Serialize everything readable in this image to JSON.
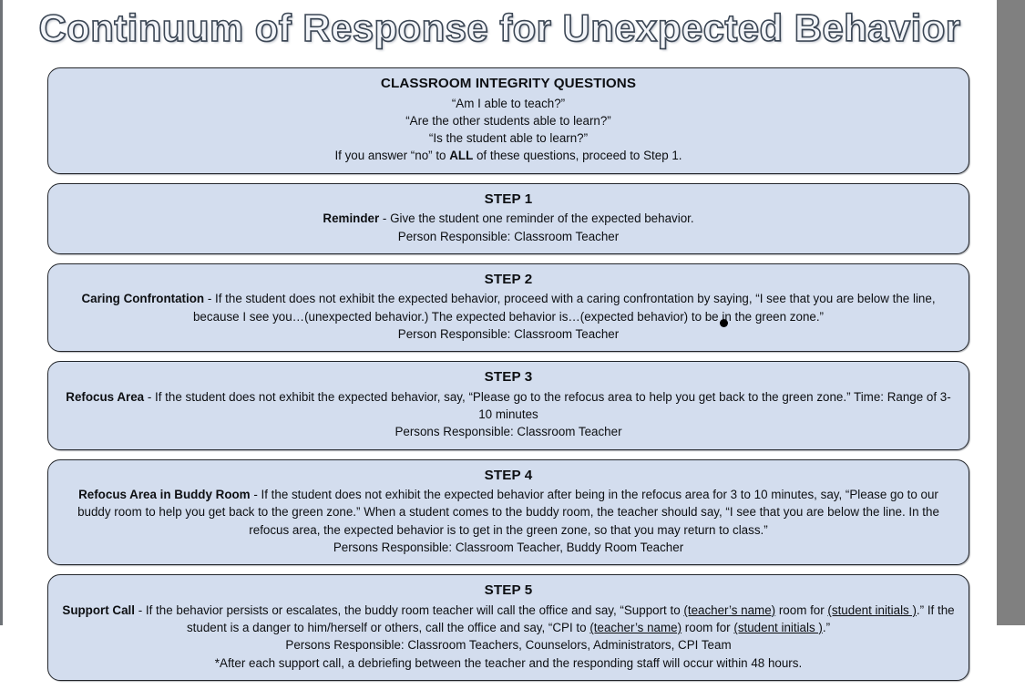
{
  "document": {
    "title": "Continuum of Response for Unexpected Behavior",
    "accent_fill": "#d3ddee",
    "accent_border": "#23262b",
    "chrome_gray": "#808080"
  },
  "boxes": [
    {
      "name": "classroom-integrity-questions",
      "heading": "CLASSROOM INTEGRITY QUESTIONS",
      "lines": [
        "“Am I able to teach?”",
        "“Are the other students able to learn?”",
        "“Is the student able to learn?”"
      ],
      "final_line_pre": "If you answer “no” to ",
      "final_line_bold": "ALL",
      "final_line_post": " of these questions, proceed to Step 1."
    },
    {
      "name": "step-1",
      "heading": "STEP 1",
      "label": "Reminder",
      "body": " - Give the student one reminder of the expected behavior.",
      "responsible": "Person Responsible:  Classroom Teacher"
    },
    {
      "name": "step-2",
      "heading": "STEP 2",
      "label": "Caring Confrontation",
      "body": " - If the student does not exhibit the expected behavior, proceed with a caring confrontation by saying, “I see that you are below the line, because I see you…(unexpected behavior.)  The expected behavior is…(expected behavior) to be in the green zone.”",
      "responsible": "Person Responsible:  Classroom Teacher"
    },
    {
      "name": "step-3",
      "heading": "STEP 3",
      "label": "Refocus Area",
      "body": " - If the student does not exhibit the expected behavior, say, “Please go to the refocus area to help you get back to the green zone.”  Time:  Range of 3-10 minutes",
      "responsible": "Persons Responsible:  Classroom Teacher"
    },
    {
      "name": "step-4",
      "heading": "STEP 4",
      "label": "Refocus Area in Buddy Room",
      "body": " - If the student does not exhibit the expected behavior after being in the refocus area for 3 to 10 minutes, say, “Please go to our buddy room to help you get back to the green zone.”  When a student comes to the buddy room, the teacher should say, “I see that you are below the line.  In the refocus area, the expected behavior is to get in the green zone, so that you may return to class.”",
      "responsible": "Persons Responsible:  Classroom Teacher, Buddy Room Teacher"
    },
    {
      "name": "step-5",
      "heading": "STEP 5",
      "label": "Support Call",
      "body_part_1": " - If the behavior persists or escalates, the buddy room teacher will call the office and say, “Support to ",
      "placeholder_teacher_1": "(teacher’s name)",
      "body_part_2": " room for ",
      "placeholder_student_1": "(student initials )",
      "body_part_3": ".”  If the student is a danger to him/herself or others, call the office and say, “CPI to ",
      "placeholder_teacher_2": "(teacher’s name)",
      "body_part_4": " room for ",
      "placeholder_student_2": "(student initials )",
      "body_part_5": ".”",
      "responsible": "Persons Responsible:  Classroom Teachers, Counselors, Administrators, CPI Team",
      "footnote": "*After each support call, a debriefing between the teacher and the responding staff will occur within 48 hours."
    }
  ]
}
